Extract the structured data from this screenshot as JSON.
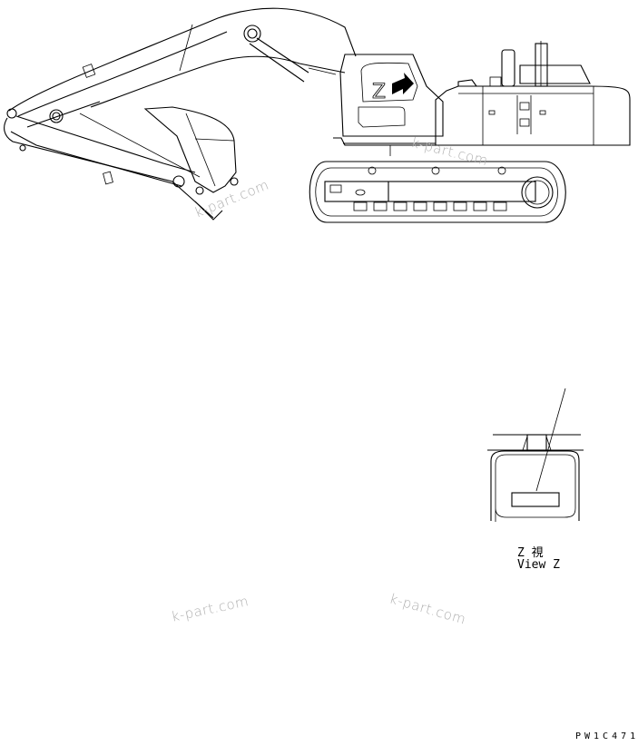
{
  "figure": {
    "main_view": "excavator-side-view",
    "callout_letter": "Z",
    "detail_view": {
      "label_jp": "Z  視",
      "label_en": "View Z"
    },
    "drawing_code": "PW1C471"
  },
  "watermarks": [
    {
      "text": "k-part.com"
    },
    {
      "text": "k-part.com"
    },
    {
      "text": "k-part.com"
    },
    {
      "text": "k-part.com"
    }
  ]
}
